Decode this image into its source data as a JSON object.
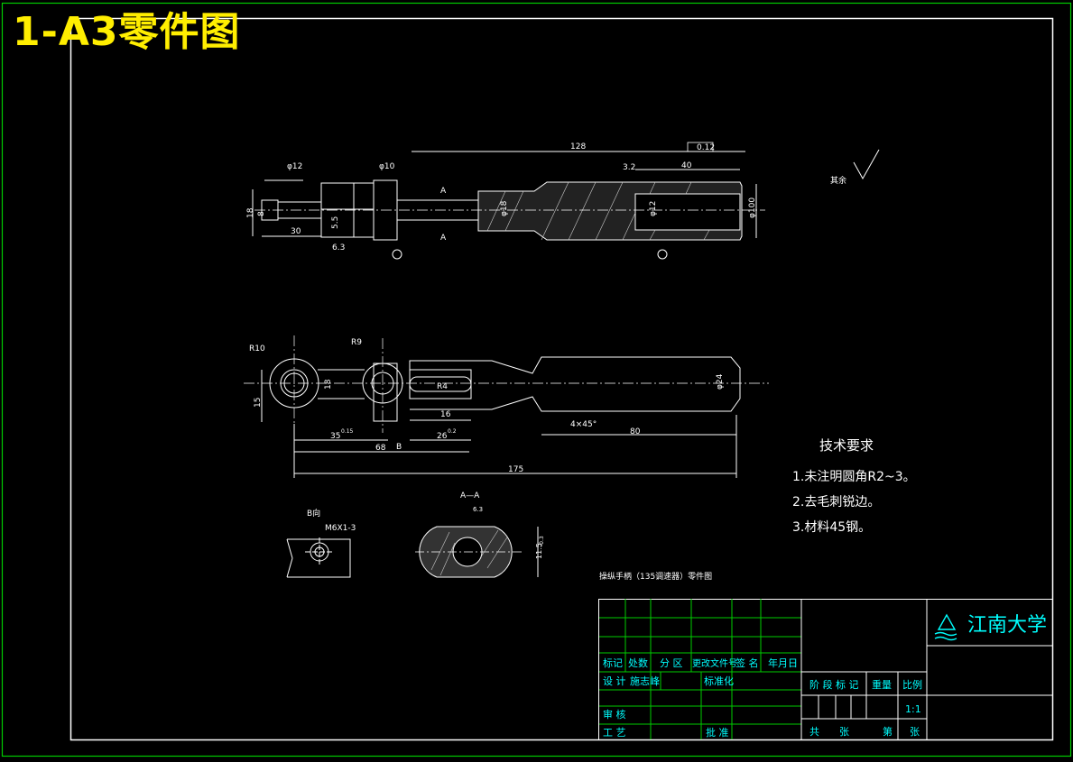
{
  "banner": "1-A3零件图",
  "main_view": {
    "dims": [
      "128",
      "40",
      "φ12",
      "φ10",
      "18",
      "8",
      "30",
      "5.5",
      "φ18",
      "φ12",
      "φ100",
      "6.3",
      "3.2"
    ],
    "section_mark": "A",
    "tol": "0.12"
  },
  "top_view": {
    "dims": [
      "R10",
      "R9",
      "R4",
      "15",
      "18",
      "16",
      "4×45°",
      "80",
      "35",
      "26",
      "68",
      "175",
      "φ24",
      "B"
    ],
    "tol_35": "0.15",
    "tol_26": "0.2"
  },
  "view_b": {
    "label": "B向",
    "thread": "M6X1-3"
  },
  "section_aa": {
    "label": "A—A",
    "dims": [
      "6.3",
      "11.5"
    ],
    "tol": "-0.3"
  },
  "roughness_note": "其余",
  "tech_req": {
    "title": "技术要求",
    "items": [
      "1.未注明圆角R2~3。",
      "2.去毛刺锐边。",
      "3.材料45钢。"
    ]
  },
  "drawing_name": "操纵手柄（135调速器）零件图",
  "title_block": {
    "school": "江南大学",
    "header_cells": [
      "标记",
      "处数",
      "分 区",
      "更改文件号",
      "签 名",
      "年月日"
    ],
    "design_label": "设 计",
    "designer": "施志峰",
    "standard_label": "标准化",
    "review_label": "审 核",
    "process_label": "工 艺",
    "approve_label": "批 准",
    "stage_label": "阶 段 标 记",
    "weight_label": "重量",
    "scale_label": "比例",
    "scale_value": "1:1",
    "total_label": "共",
    "sheet_unit": "张",
    "page_label": "第",
    "page_unit": "张"
  },
  "colors": {
    "border": "#ffffff",
    "outer_frame": "#00cc00",
    "table_green": "#00cc00",
    "table_text": "#00ffff",
    "banner": "#ffee00"
  }
}
